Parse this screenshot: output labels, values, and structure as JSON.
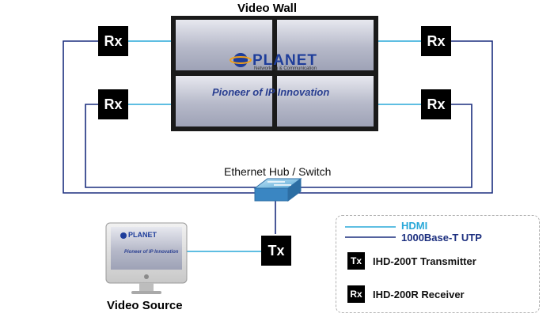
{
  "title": "Video Wall",
  "hub_label": "Ethernet Hub / Switch",
  "source_label": "Video Source",
  "brand": {
    "logo_text": "PLANET",
    "logo_sub": "Networking & Communication",
    "tagline": "Pioneer of IP Innovation"
  },
  "receivers": [
    {
      "label": "Rx"
    },
    {
      "label": "Rx"
    },
    {
      "label": "Rx"
    },
    {
      "label": "Rx"
    }
  ],
  "transmitter": {
    "label": "Tx"
  },
  "legend": {
    "hdmi": "HDMI",
    "utp": "1000Base-T UTP",
    "tx_badge": "Tx",
    "tx_desc": "IHD-200T Transmitter",
    "rx_badge": "Rx",
    "rx_desc": "IHD-200R Receiver"
  },
  "colors": {
    "hdmi": "#29a8d8",
    "utp": "#1c2f7f",
    "device": "#000000",
    "hdmi_text": "#29a8d8",
    "utp_text": "#1c2f7f"
  }
}
